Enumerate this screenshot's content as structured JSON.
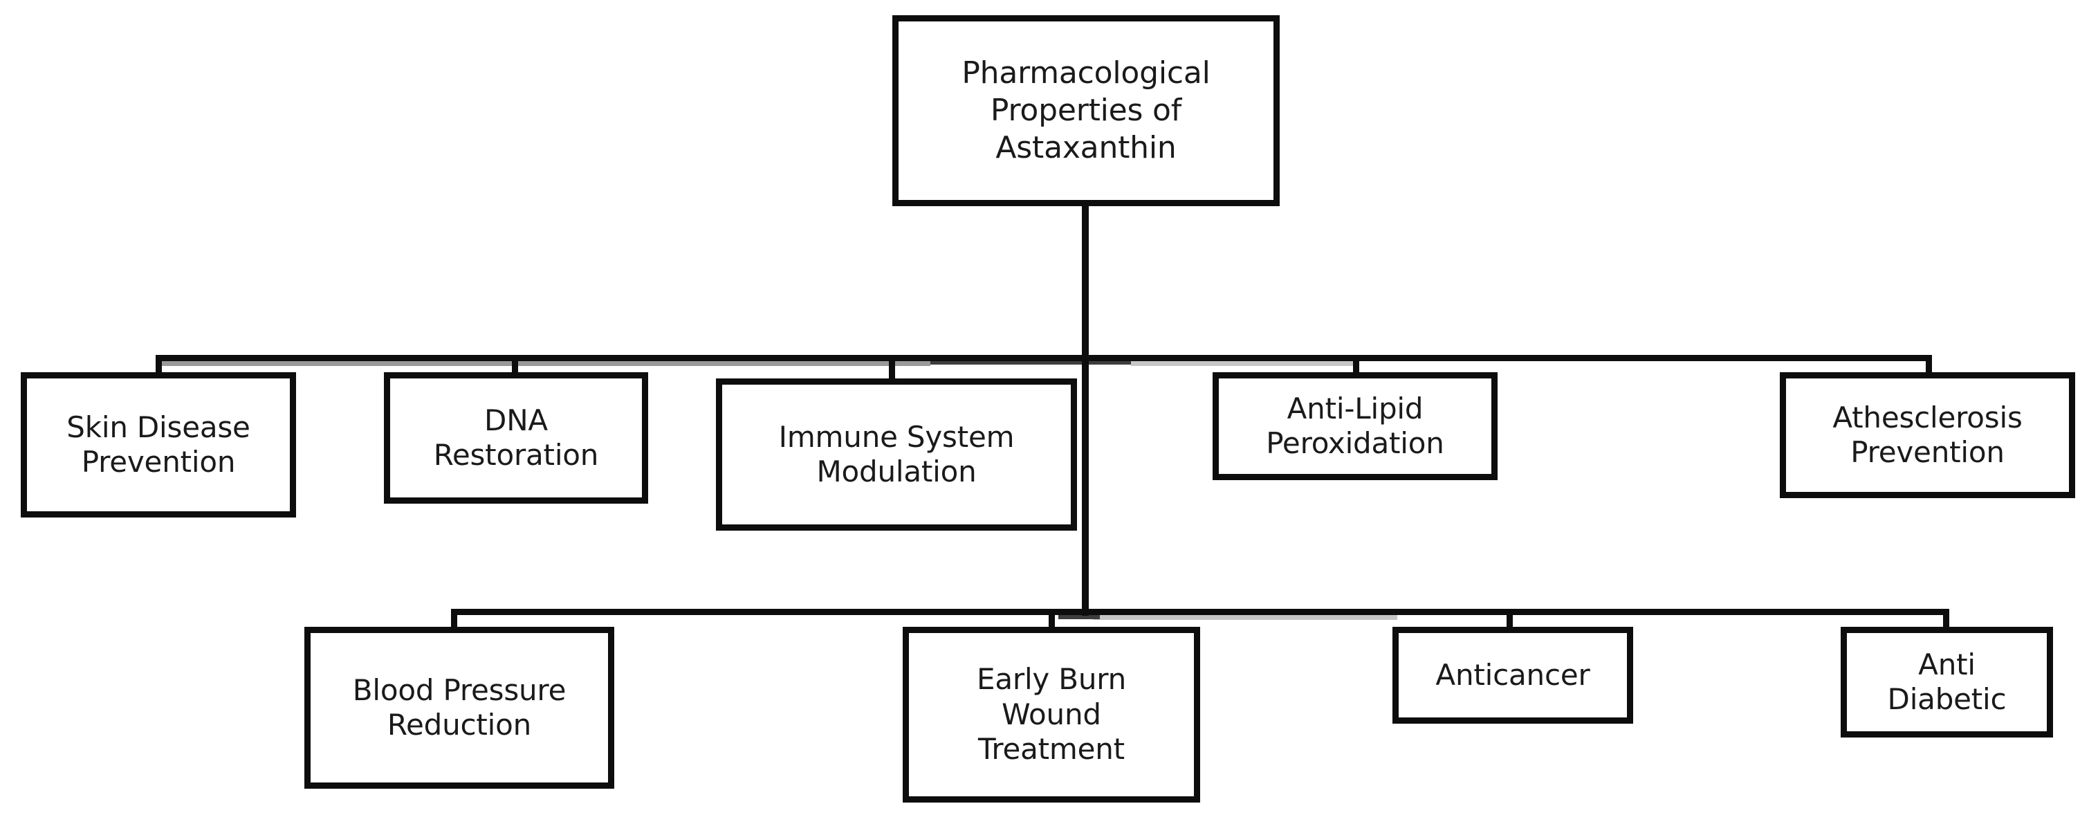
{
  "diagram": {
    "title": "Pharmacological Properties of Astaxanthin",
    "type": "hierarchy-tree",
    "root": {
      "label": "Pharmacological\nProperties of\nAstaxanthin"
    },
    "branches": [
      {
        "row": "upper",
        "nodes": [
          {
            "label": "Skin Disease\nPrevention"
          },
          {
            "label": "DNA\nRestoration"
          },
          {
            "label": "Immune System\nModulation"
          },
          {
            "label": "Anti-Lipid\nPeroxidation"
          },
          {
            "label": "Athesclerosis\nPrevention"
          }
        ]
      },
      {
        "row": "lower",
        "nodes": [
          {
            "label": "Blood Pressure\nReduction"
          },
          {
            "label": "Early Burn\nWound\nTreatment"
          },
          {
            "label": "Anticancer"
          },
          {
            "label": "Anti\nDiabetic"
          }
        ]
      }
    ],
    "colors": {
      "box_border": "#0d0d0d",
      "box_fill": "#ffffff",
      "text": "#1a1a1a",
      "connector": "#0d0d0d",
      "connector_soft": "#9a9a9a",
      "background": "#ffffff"
    }
  }
}
